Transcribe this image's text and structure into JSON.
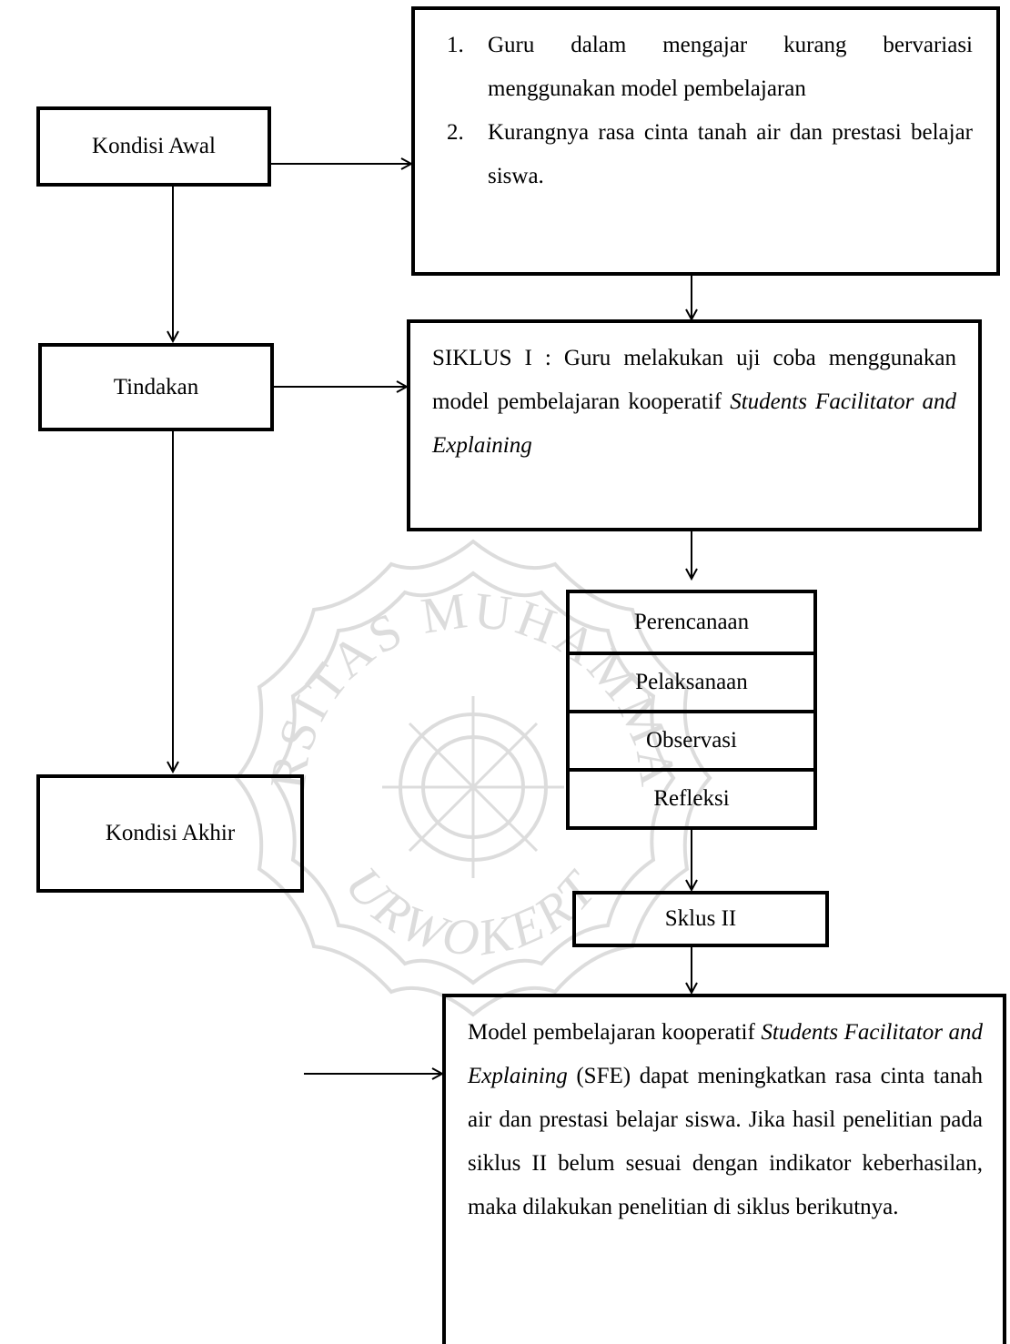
{
  "left": {
    "kondisi_awal": "Kondisi Awal",
    "tindakan": "Tindakan",
    "kondisi_akhir": "Kondisi Akhir"
  },
  "awal_box": {
    "items": [
      "Guru dalam mengajar kurang bervariasi menggunakan model pembelajaran",
      "Kurangnya rasa cinta tanah air dan prestasi belajar siswa."
    ]
  },
  "siklus1_box": {
    "prefix": "SIKLUS I : Guru melakukan uji coba menggunakan model pembelajaran kooperatif ",
    "model": "Students Facilitator and Explaining"
  },
  "steps": [
    "Perencanaan",
    "Pelaksanaan",
    "Observasi",
    "Refleksi"
  ],
  "siklus2": "Sklus II",
  "akhir_box": {
    "p1": "Model pembelajaran kooperatif ",
    "model": "Students Facilitator and Explaining",
    "p2": " (SFE) dapat meningkatkan rasa cinta tanah air dan prestasi belajar siswa. Jika hasil penelitian pada siklus II belum sesuai dengan indikator keberhasilan, maka dilakukan penelitian di siklus berikutnya."
  },
  "watermark": {
    "text_top": "UNIVERSITAS MUHAMMADIYAH",
    "text_bottom": "PURWOKERTO",
    "color": "#8a8a8a"
  }
}
